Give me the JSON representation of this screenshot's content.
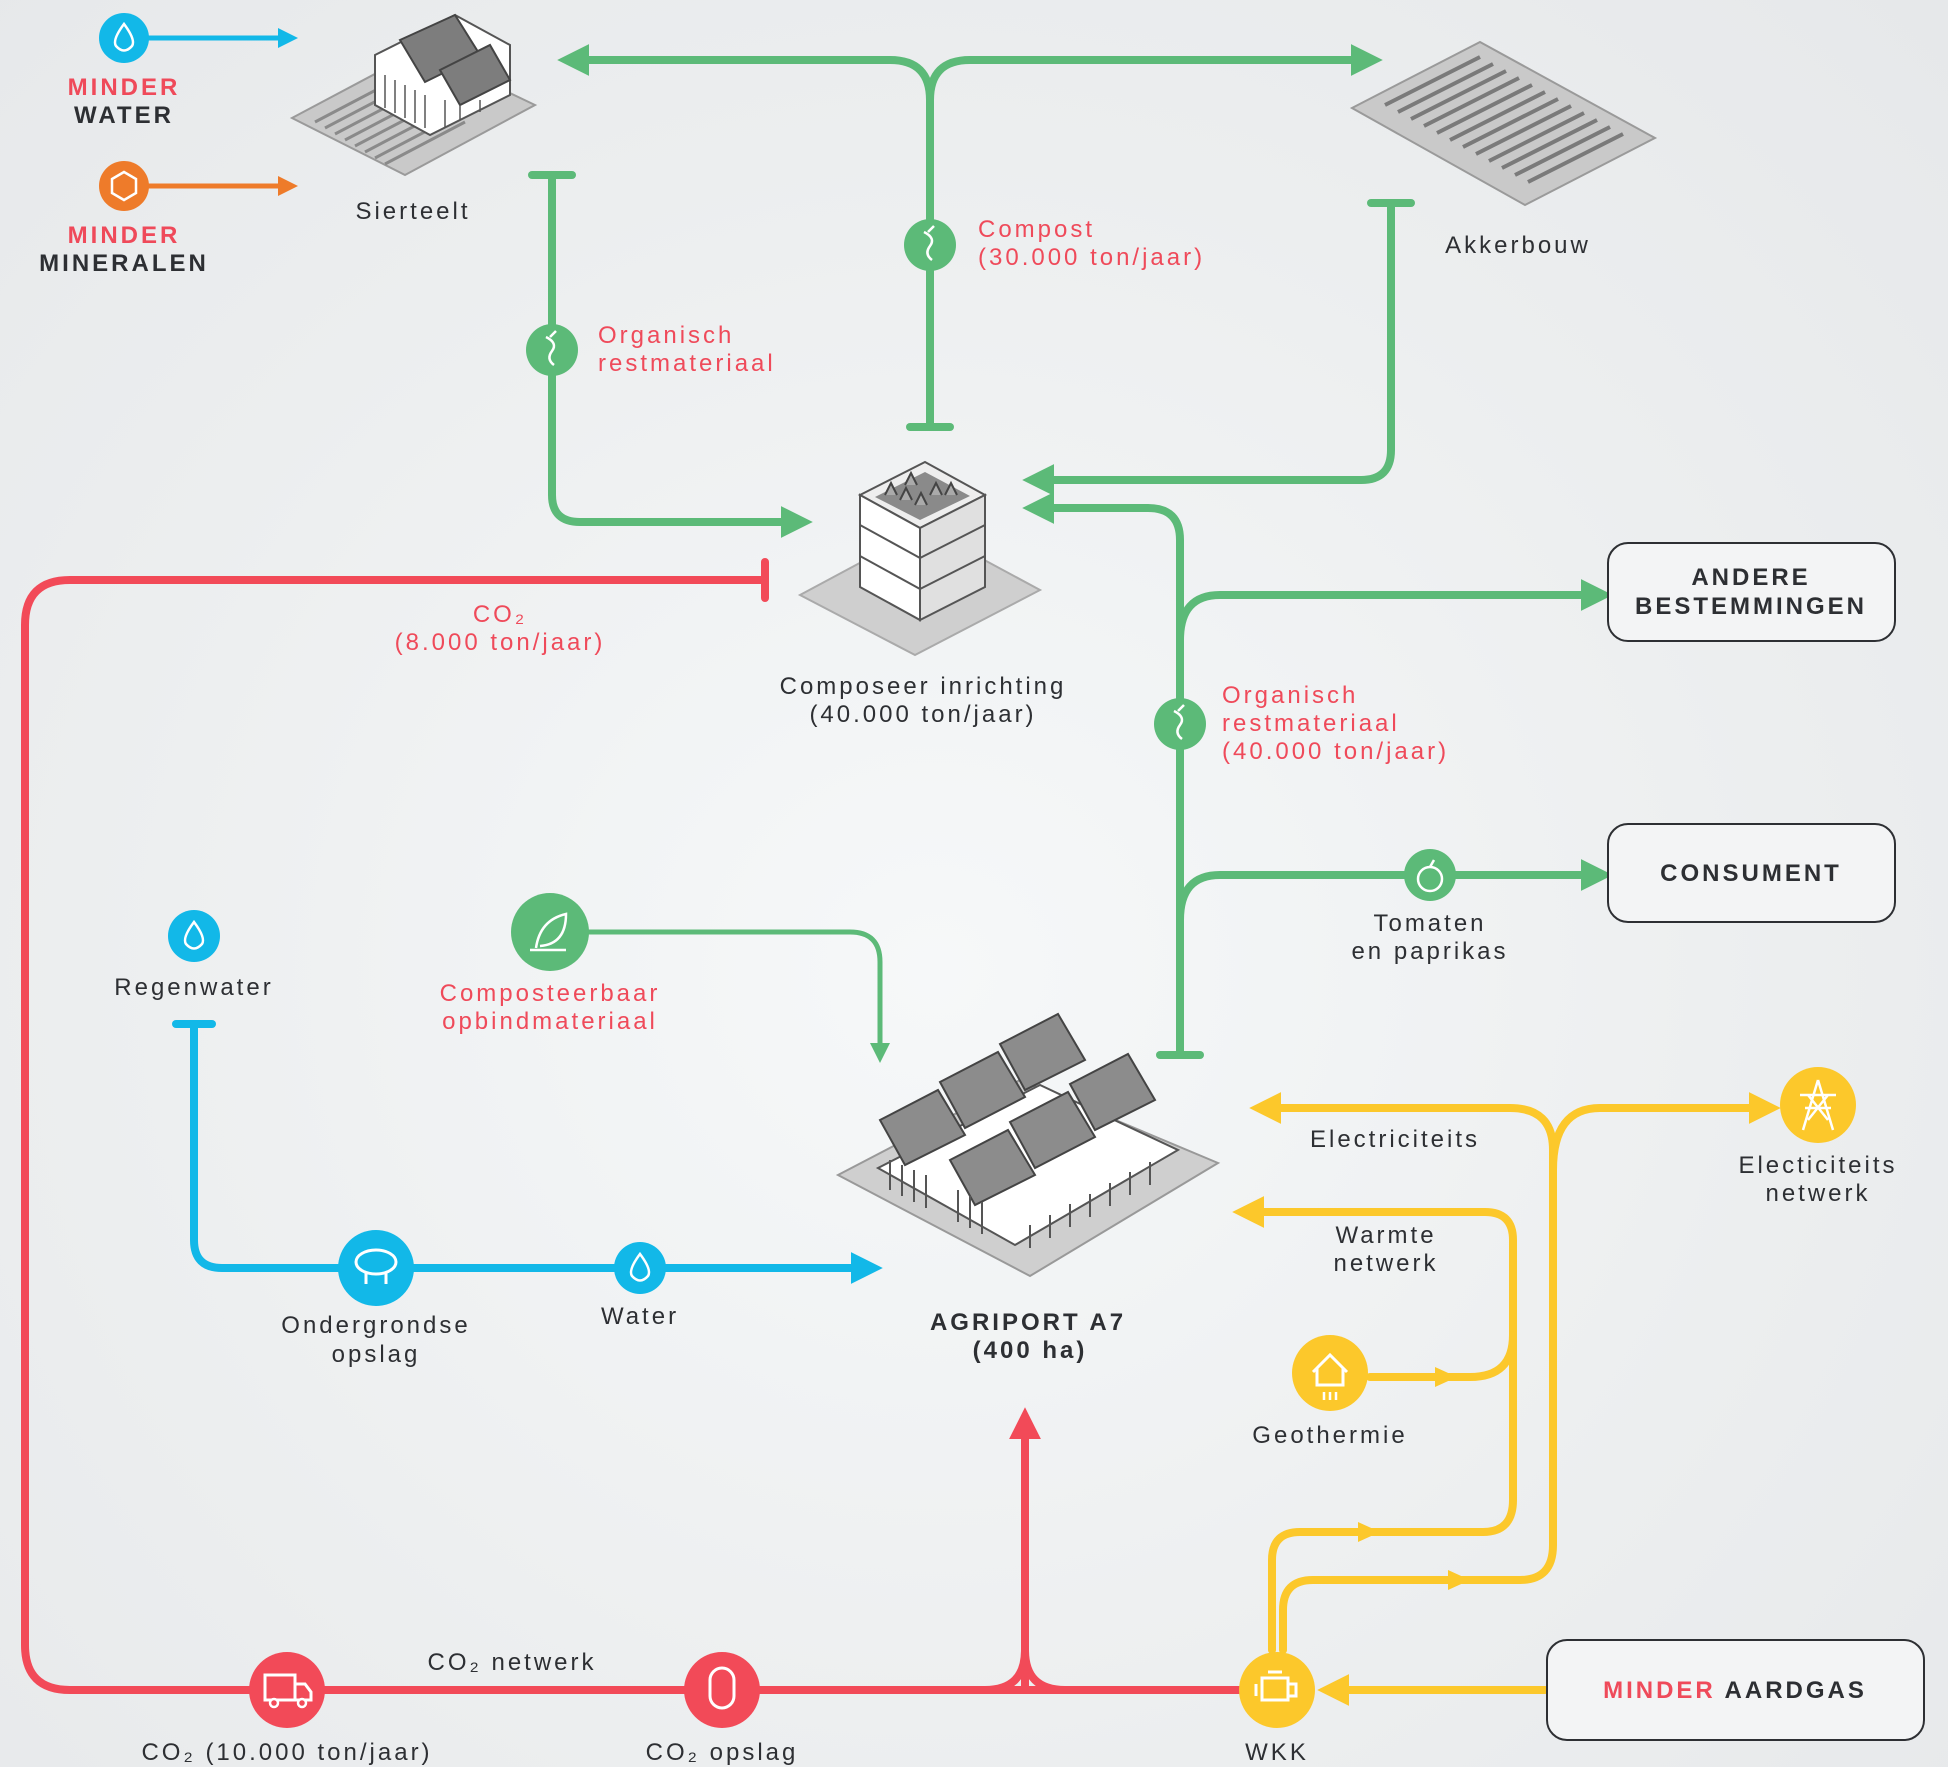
{
  "legend": {
    "water": {
      "minder": "MINDER",
      "label": "WATER"
    },
    "mineralen": {
      "minder": "MINDER",
      "label": "MINERALEN"
    }
  },
  "nodes": {
    "sierteelt": "Sierteelt",
    "akkerbouw": "Akkerbouw",
    "composeer_line1": "Composeer inrichting",
    "composeer_line2": "(40.000 ton/jaar)",
    "agriport_line1": "AGRIPORT A7",
    "agriport_line2": "(400 ha)",
    "andere_line1": "ANDERE",
    "andere_line2": "BESTEMMINGEN",
    "consument": "CONSUMENT",
    "minder_aardgas_minder": "MINDER",
    "minder_aardgas_label": "AARDGAS",
    "regenwater": "Regenwater",
    "ondergrondse_line1": "Ondergrondse",
    "ondergrondse_line2": "opslag",
    "water": "Water",
    "geothermie": "Geothermie",
    "wkk": "WKK",
    "electriciteits_netwerk_line1": "Electiciteits",
    "electriciteits_netwerk_line2": "netwerk",
    "co2_opslag": "CO₂ opslag",
    "co2_truck": "CO₂ (10.000 ton/jaar)"
  },
  "flows": {
    "compost_line1": "Compost",
    "compost_line2": "(30.000 ton/jaar)",
    "organisch_top_line1": "Organisch",
    "organisch_top_line2": "restmateriaal",
    "organisch_mid_line1": "Organisch",
    "organisch_mid_line2": "restmateriaal",
    "organisch_mid_line3": "(40.000 ton/jaar)",
    "co2_line1": "CO₂",
    "co2_line2": "(8.000 ton/jaar)",
    "tomaten_line1": "Tomaten",
    "tomaten_line2": "en paprikas",
    "composteerbaar_line1": "Composteerbaar",
    "composteerbaar_line2": "opbindmateriaal",
    "electriciteits": "Electriciteits",
    "warmte_line1": "Warmte",
    "warmte_line2": "netwerk",
    "co2_netwerk": "CO₂ netwerk"
  },
  "colors": {
    "green": "#5cba78",
    "red": "#f24a58",
    "blue": "#12b8e8",
    "orange": "#ee7b2a",
    "yellow": "#fcc82b",
    "text": "#2d2f33",
    "label_red": "#ef4a5a"
  },
  "icons": [
    "water-drop-icon",
    "mineral-hexagon-icon",
    "compost-apple-icon",
    "leaf-icon",
    "tomato-icon",
    "house-heat-icon",
    "pylon-icon",
    "engine-icon",
    "truck-icon",
    "tank-icon",
    "balloon-icon"
  ]
}
